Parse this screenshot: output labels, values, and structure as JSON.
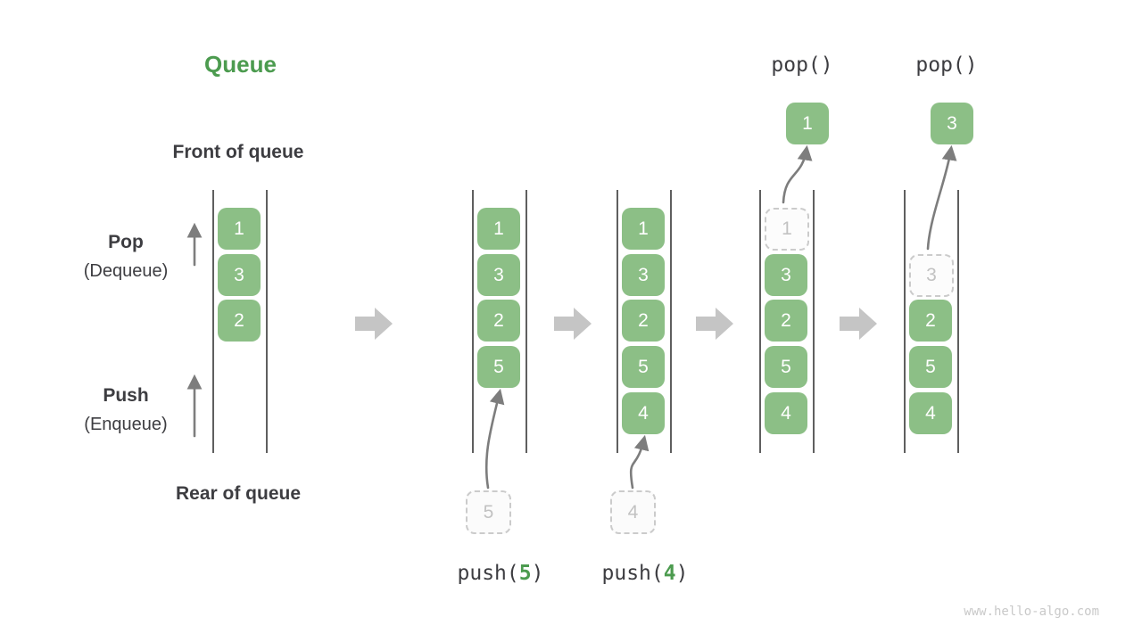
{
  "title": "Queue",
  "side_labels": {
    "front": "Front of queue",
    "rear": "Rear of queue",
    "pop_main": "Pop",
    "pop_sub": "(Dequeue)",
    "push_main": "Push",
    "push_sub": "(Enqueue)"
  },
  "watermark": "www.hello-algo.com",
  "colors": {
    "green_cell": "#8CBF86",
    "green_accent": "#4C9B4F",
    "text_dark": "#3D3D41",
    "flow_arrow": "#C5C5C5",
    "thin_arrow": "#7D7D7D",
    "rail": "#5F5F5F",
    "dashed_border": "#CBCBCB",
    "dashed_text": "#C2C2C2",
    "watermark": "#C9C9C9",
    "cell_text": "#FFFFFF"
  },
  "columns": [
    {
      "slots": [
        {
          "row": 0,
          "value": "1",
          "state": "filled"
        },
        {
          "row": 1,
          "value": "3",
          "state": "filled"
        },
        {
          "row": 2,
          "value": "2",
          "state": "filled"
        }
      ]
    },
    {
      "slots": [
        {
          "row": 0,
          "value": "1",
          "state": "filled"
        },
        {
          "row": 1,
          "value": "3",
          "state": "filled"
        },
        {
          "row": 2,
          "value": "2",
          "state": "filled"
        },
        {
          "row": 3,
          "value": "5",
          "state": "filled"
        }
      ],
      "incoming": {
        "value": "5"
      },
      "operation": {
        "name": "push",
        "arg": "5"
      }
    },
    {
      "slots": [
        {
          "row": 0,
          "value": "1",
          "state": "filled"
        },
        {
          "row": 1,
          "value": "3",
          "state": "filled"
        },
        {
          "row": 2,
          "value": "2",
          "state": "filled"
        },
        {
          "row": 3,
          "value": "5",
          "state": "filled"
        },
        {
          "row": 4,
          "value": "4",
          "state": "filled"
        }
      ],
      "incoming": {
        "value": "4"
      },
      "operation": {
        "name": "push",
        "arg": "4"
      }
    },
    {
      "slots": [
        {
          "row": 0,
          "value": "1",
          "state": "popped"
        },
        {
          "row": 1,
          "value": "3",
          "state": "filled"
        },
        {
          "row": 2,
          "value": "2",
          "state": "filled"
        },
        {
          "row": 3,
          "value": "5",
          "state": "filled"
        },
        {
          "row": 4,
          "value": "4",
          "state": "filled"
        }
      ],
      "outgoing": {
        "value": "1"
      },
      "operation": {
        "name": "pop",
        "arg": ""
      }
    },
    {
      "slots": [
        {
          "row": 1,
          "value": "3",
          "state": "popped"
        },
        {
          "row": 2,
          "value": "2",
          "state": "filled"
        },
        {
          "row": 3,
          "value": "5",
          "state": "filled"
        },
        {
          "row": 4,
          "value": "4",
          "state": "filled"
        }
      ],
      "outgoing": {
        "value": "3"
      },
      "operation": {
        "name": "pop",
        "arg": ""
      }
    }
  ]
}
